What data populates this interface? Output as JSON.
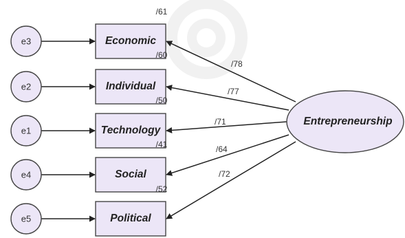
{
  "diagram": {
    "latent": {
      "label": "Entrepreneurship"
    },
    "indicators": [
      {
        "key": "economic",
        "label": "Economic",
        "r2": "/61",
        "loading": "/78",
        "error": "e3"
      },
      {
        "key": "individual",
        "label": "Individual",
        "r2": "/60",
        "loading": "/77",
        "error": "e2"
      },
      {
        "key": "technology",
        "label": "Technology",
        "r2": "/50",
        "loading": "/71",
        "error": "e1"
      },
      {
        "key": "social",
        "label": "Social",
        "r2": "/41",
        "loading": "/64",
        "error": "e4"
      },
      {
        "key": "political",
        "label": "Political",
        "r2": "/52",
        "loading": "/72",
        "error": "e5"
      }
    ]
  }
}
